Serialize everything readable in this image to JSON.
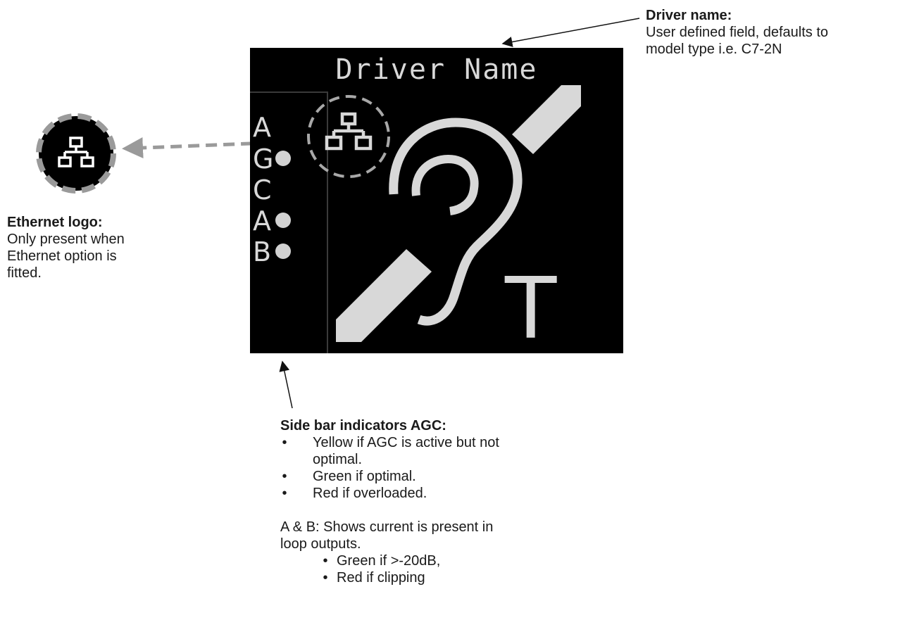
{
  "display": {
    "driver_name": "Driver Name",
    "side_letters": [
      "A",
      "G",
      "C",
      "A",
      "B"
    ],
    "t_letter": "T",
    "colors": {
      "background": "#000000",
      "foreground": "#d8d8d8",
      "led": "#d2d2d2"
    },
    "icons": [
      "ethernet-icon",
      "hearing-loop-ear-icon"
    ]
  },
  "annotations": {
    "driver_name": {
      "heading": "Driver name:",
      "lines": [
        "User defined field, defaults to",
        "model type i.e. C7-2N"
      ]
    },
    "ethernet_logo": {
      "heading": "Ethernet logo:",
      "lines": [
        "Only present when",
        "Ethernet option is",
        "fitted."
      ]
    },
    "side_bar": {
      "heading": "Side bar indicators AGC:",
      "bullets": [
        "Yellow if AGC is active but not optimal.",
        "Green if optimal.",
        "Red if overloaded."
      ],
      "ab_text": "A & B: Shows current is present in loop outputs.",
      "ab_bullets": [
        "Green if >-20dB,",
        "Red if clipping"
      ]
    }
  }
}
